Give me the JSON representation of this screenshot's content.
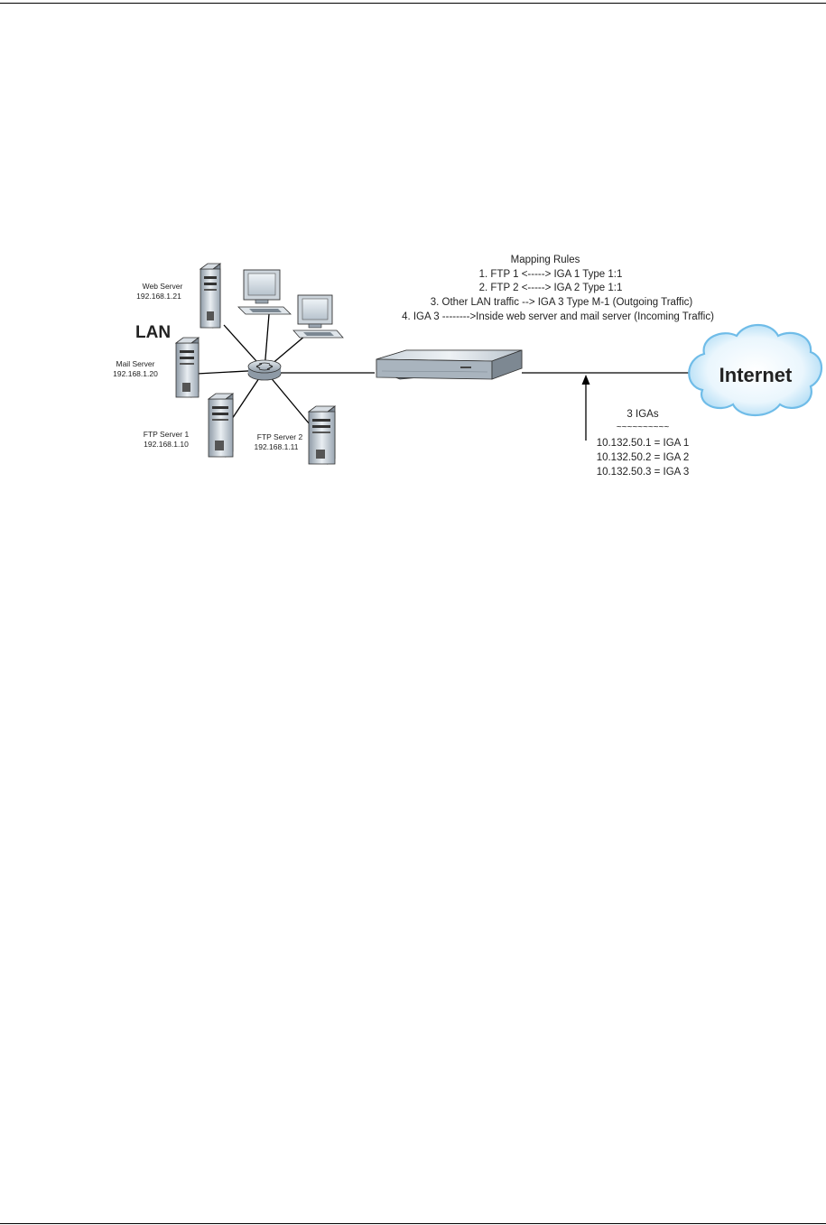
{
  "diagram": {
    "lan_label": "LAN",
    "internet_label": "Internet",
    "mapping_rules": {
      "title": "Mapping Rules",
      "rules": [
        "1. FTP 1 <-----> IGA 1 Type 1:1",
        "2. FTP 2 <-----> IGA 2 Type 1:1",
        "3. Other LAN traffic --> IGA 3 Type M-1 (Outgoing Traffic)",
        "4. IGA 3 -------->Inside web server and mail server (Incoming Traffic)"
      ]
    },
    "servers": {
      "web": {
        "name": "Web Server",
        "ip": "192.168.1.21"
      },
      "mail": {
        "name": "Mail Server",
        "ip": "192.168.1.20"
      },
      "ftp1": {
        "name": "FTP Server 1",
        "ip": "192.168.1.10"
      },
      "ftp2": {
        "name": "FTP Server 2",
        "ip": "192.168.1.11"
      }
    },
    "igas": {
      "title": "3 IGAs",
      "underline": "~~~~~~~~~~",
      "entries": [
        "10.132.50.1 = IGA 1",
        "10.132.50.2 = IGA 2",
        "10.132.50.3 = IGA 3"
      ]
    }
  }
}
